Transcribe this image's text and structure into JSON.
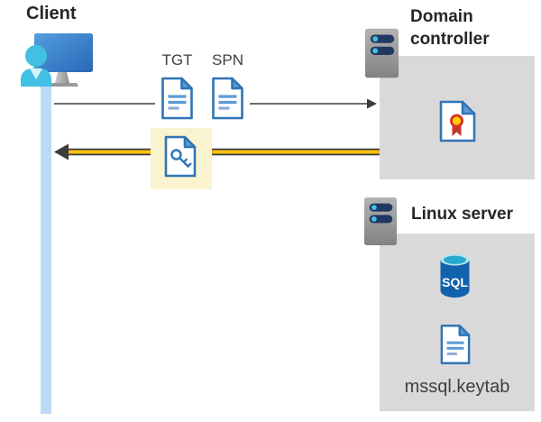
{
  "diagram": {
    "client": {
      "label": "Client"
    },
    "tickets": {
      "tgt_label": "TGT",
      "spn_label": "SPN"
    },
    "domain_controller": {
      "label": "Domain controller"
    },
    "linux_server": {
      "label": "Linux server",
      "keytab_label": "mssql.keytab",
      "sql_badge": "SQL"
    },
    "icons": {
      "client": "client-person-monitor-icon",
      "tgt": "document-icon",
      "spn": "document-icon",
      "key_ticket": "key-document-icon",
      "domain_controller": "server-icon",
      "certificate": "certificate-icon",
      "linux_server": "server-icon",
      "sql": "sql-database-icon",
      "keytab": "document-icon"
    },
    "colors": {
      "panel_gray": "#d9d9d9",
      "highlight_yellow": "#faf3cf",
      "arrow_yellow": "#ffc20e",
      "arrow_gray": "#58595b",
      "arrow_dark": "#3c3c3c",
      "doc_blue_border": "#2e75b6",
      "doc_blue_fill": "#5b9bd5",
      "client_bar_blue": "#bed9f7",
      "server_bar_navy": "#203864",
      "server_dot_cyan": "#45c1e0",
      "sql_blue": "#1261ad",
      "cert_red": "#d93025",
      "cert_yellow": "#ffd100",
      "text_dark": "#262626"
    }
  }
}
